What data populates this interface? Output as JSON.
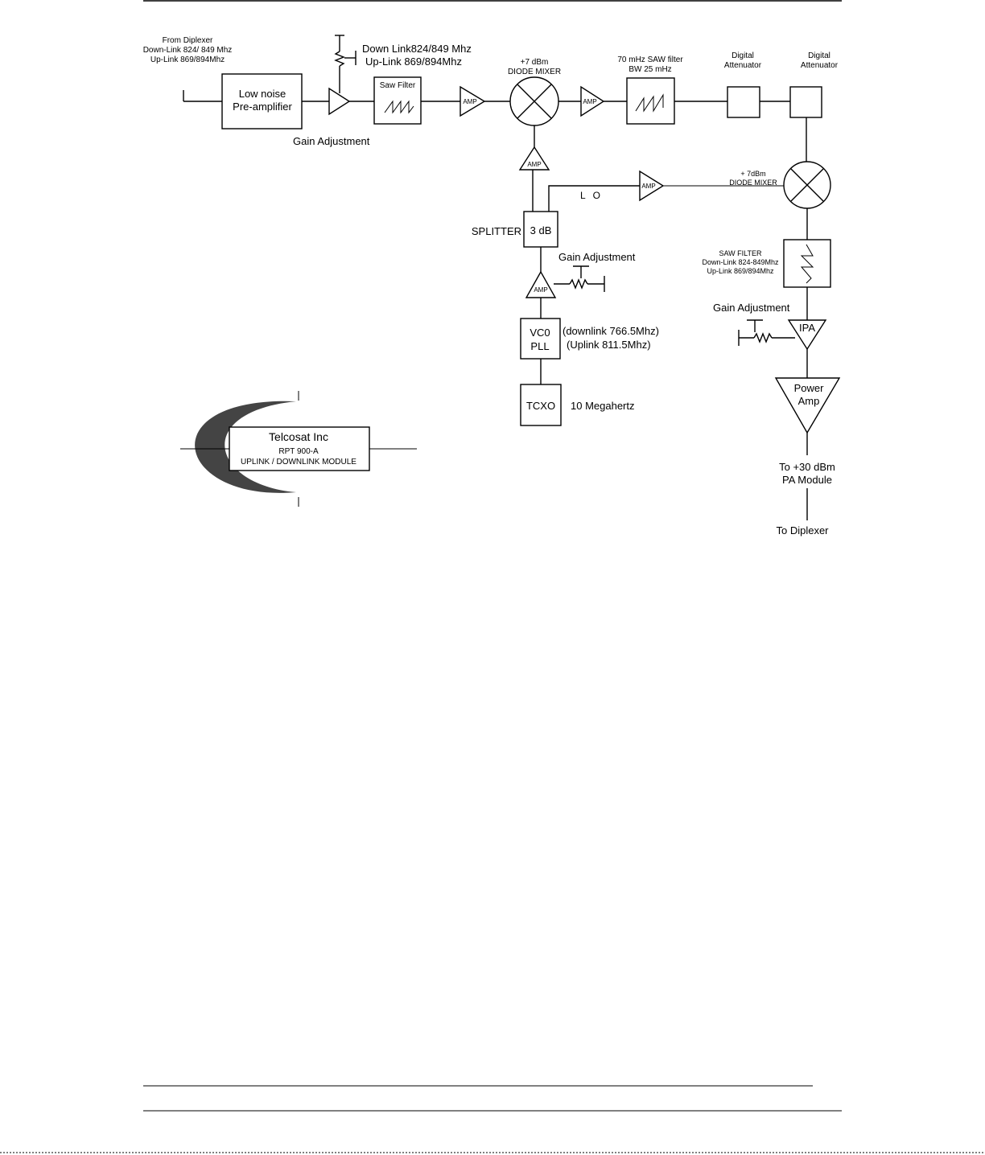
{
  "input": {
    "from": "From Diplexer",
    "downlink": "Down-Link 824/ 849 Mhz",
    "uplink": "Up-Link 869/894Mhz"
  },
  "lna": {
    "line1": "Low noise",
    "line2": "Pre-amplifier"
  },
  "gain_top": {
    "label": "Gain Adjustment",
    "freq1": "Down Link824/849 Mhz",
    "freq2": "Up-Link 869/894Mhz"
  },
  "saw1": {
    "label": "Saw Filter"
  },
  "amp_label": "AMP",
  "mixer1": {
    "line1": "+7 dBm",
    "line2": "DIODE MIXER"
  },
  "saw70": {
    "line1": "70 mHz SAW filter",
    "line2": "BW 25 mHz"
  },
  "att1": {
    "line1": "Digital",
    "line2": "Attenuator"
  },
  "att2": {
    "line1": "Digital",
    "line2": "Attenuator"
  },
  "lo_label": "L O",
  "mixer2": {
    "line1": "+ 7dBm",
    "line2": "DIODE MIXER"
  },
  "splitter": {
    "label": "SPLITTER",
    "value": "3 dB"
  },
  "gain_mid": {
    "label": "Gain Adjustment"
  },
  "vco": {
    "line1": "VC0",
    "line2": "PLL",
    "freq1": "(downlink 766.5Mhz)",
    "freq2": "(Uplink 811.5Mhz)"
  },
  "tcxo": {
    "label": "TCXO",
    "freq": "10 Megahertz"
  },
  "saw2": {
    "line1": "SAW FILTER",
    "line2": "Down-Link 824-849Mhz",
    "line3": "Up-Link 869/894Mhz"
  },
  "gain_right": {
    "label": "Gain Adjustment"
  },
  "ipa": {
    "label": "IPA"
  },
  "pa": {
    "line1": "Power",
    "line2": "Amp"
  },
  "output": {
    "line1": "To +30 dBm",
    "line2": "PA Module",
    "line3": "To Diplexer"
  },
  "logo": {
    "company": "Telcosat Inc",
    "model": "RPT 900-A",
    "module": "UPLINK / DOWNLINK MODULE"
  }
}
